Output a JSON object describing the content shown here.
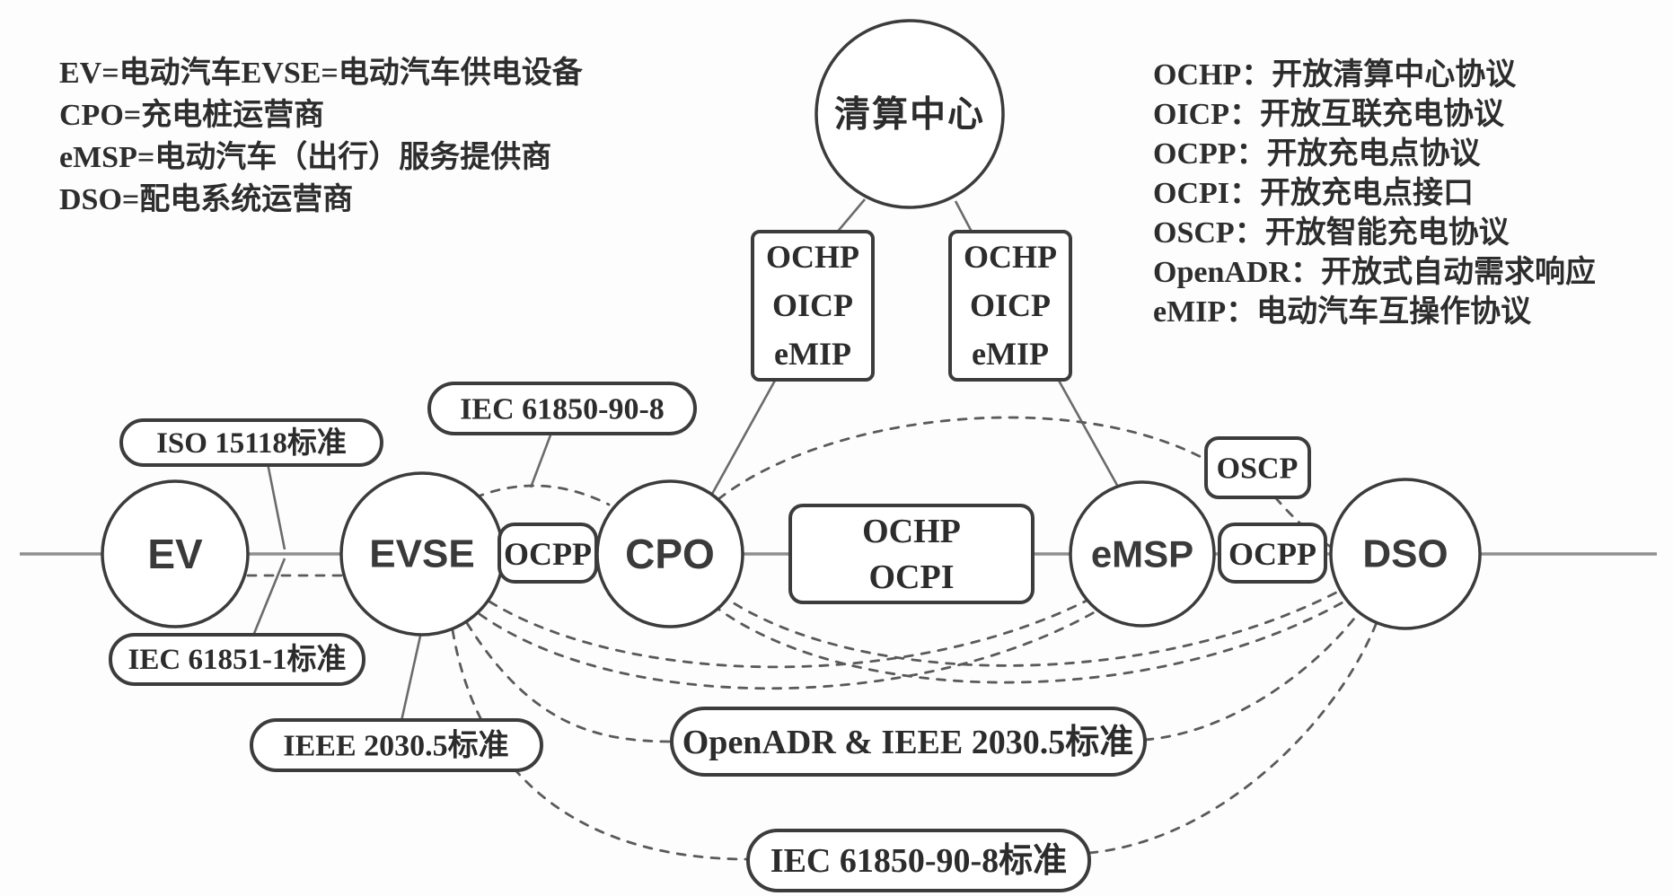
{
  "legend_left": {
    "lines": [
      "EV=电动汽车EVSE=电动汽车供电设备",
      "CPO=充电桩运营商",
      "eMSP=电动汽车（出行）服务提供商",
      "DSO=配电系统运营商"
    ]
  },
  "legend_right": {
    "lines": [
      "OCHP：开放清算中心协议",
      "OICP：开放互联充电协议",
      "OCPP：开放充电点协议",
      "OCPI：开放充电点接口",
      "OSCP：开放智能充电协议",
      "OpenADR：开放式自动需求响应",
      "eMIP：电动汽车互操作协议"
    ]
  },
  "nodes": {
    "clearing_house": "清算中心",
    "ev": "EV",
    "evse": "EVSE",
    "cpo": "CPO",
    "emsp": "eMSP",
    "dso": "DSO"
  },
  "protocol_boxes": {
    "left_stack": [
      "OCHP",
      "OICP",
      "eMIP"
    ],
    "right_stack": [
      "OCHP",
      "OICP",
      "eMIP"
    ],
    "ocpp_left": "OCPP",
    "ochp_ocpi": [
      "OCHP",
      "OCPI"
    ],
    "oscp": "OSCP",
    "ocpp_right": "OCPP"
  },
  "standard_pills": {
    "iso15118": "ISO 15118标准",
    "iec61850_top": "IEC 61850-90-8",
    "iec61851": "IEC 61851-1标准",
    "ieee2030": "IEEE 2030.5标准",
    "openadr_ieee": "OpenADR & IEEE 2030.5标准",
    "iec61850_bottom": "IEC 61850-90-8标准"
  },
  "colors": {
    "stroke": "#3c3c3c",
    "text": "#2c2c2c",
    "main_line": "#8f8f8f",
    "background": "#fdfdfd"
  }
}
